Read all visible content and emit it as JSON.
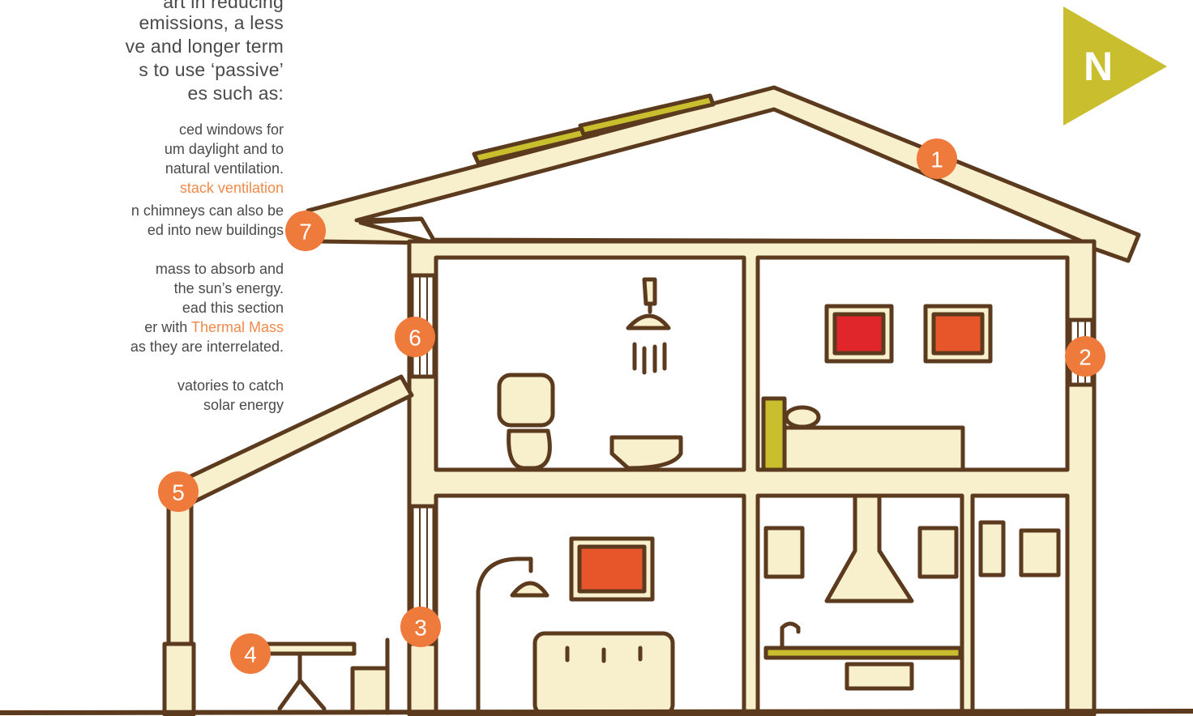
{
  "intro_lines": [
    "art in reducing",
    "emissions, a less",
    "ve and longer term",
    "s to use ‘passive’",
    "es such as:"
  ],
  "items": [
    {
      "lines": [
        "ced windows for",
        "um daylight and to",
        " natural ventilation."
      ],
      "link_line": "stack ventilation",
      "after_lines": [
        "n chimneys can also be",
        "ed into new buildings"
      ]
    },
    {
      "lines": [
        " mass to absorb and",
        " the sun’s energy.",
        "ead this section"
      ],
      "link_prefix": "er with ",
      "link_text": "Thermal Mass",
      "after_lines": [
        "as they are interrelated."
      ]
    },
    {
      "lines": [
        "vatories to catch",
        " solar energy"
      ]
    }
  ],
  "compass": {
    "label": "N"
  },
  "markers": [
    "1",
    "2",
    "3",
    "4",
    "5",
    "6",
    "7"
  ],
  "colors": {
    "outline": "#5b3a1e",
    "wall": "#f8efcd",
    "accent_olive": "#c9be2e",
    "marker_orange": "#ee7a3c",
    "painting_red": "#e0262a",
    "text": "#4a4a4a"
  }
}
